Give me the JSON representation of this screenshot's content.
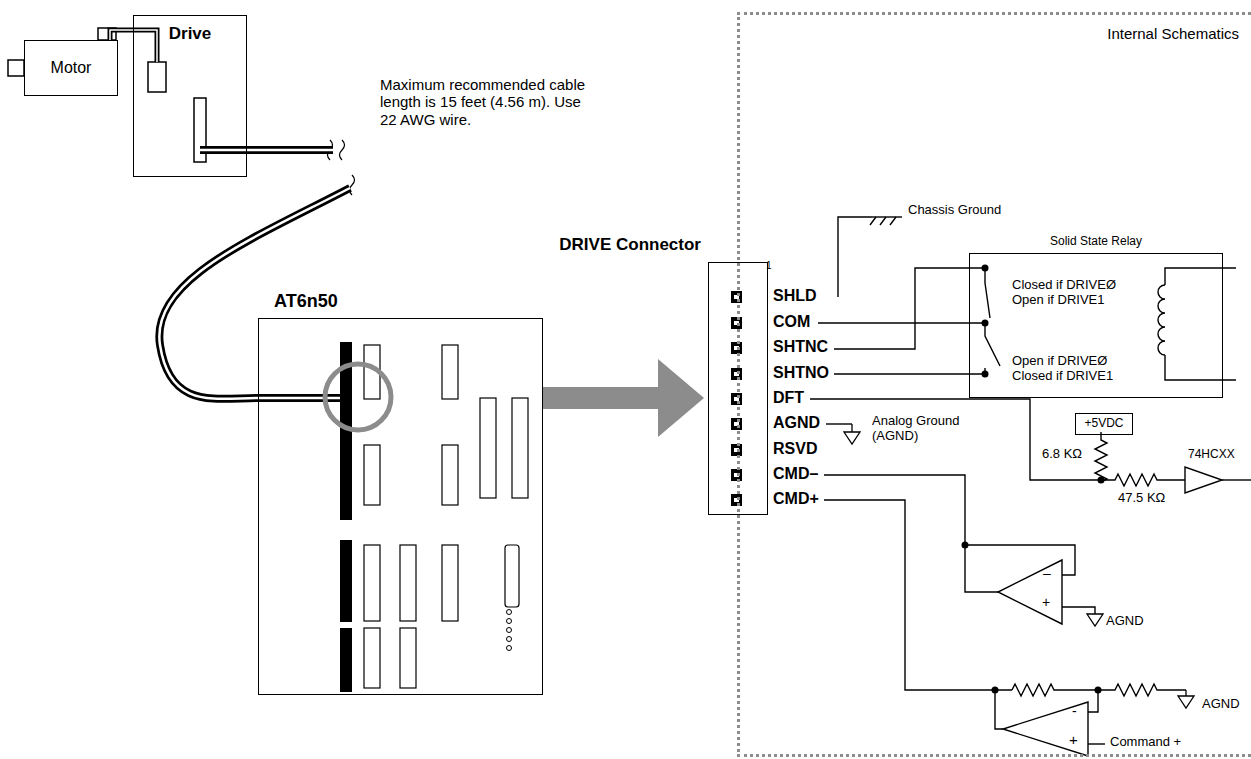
{
  "diagram": {
    "nodes": [
      {
        "text": [
          "Motor"
        ]
      },
      {
        "text": [
          "Drive"
        ]
      },
      {
        "text": [
          "AT6n50"
        ]
      },
      {
        "text": [
          "Internal Schematics"
        ]
      },
      {
        "text": [
          "DRIVE Connector"
        ]
      },
      {
        "text": [
          "Solid State Relay",
          "Closed if DRIVEØ Open if DRIVE1",
          "Open if DRIVEØ Closed if DRIVE1"
        ],
        "in": 3
      },
      {
        "text": [
          "+5VDC"
        ],
        "in": 3
      }
    ],
    "edges": [
      {
        "from": 0,
        "to": 1,
        "arrow": "none"
      },
      {
        "from": 1,
        "to": 2,
        "arrow": "none"
      },
      {
        "from": 2,
        "to": 4,
        "arrow": "to"
      }
    ],
    "labels": [
      "Maximum recommended cable length is 15 feet (4.56 m). Use 22 AWG wire.",
      "1",
      "SHLD",
      "COM",
      "SHTNC",
      "SHTNO",
      "DFT",
      "AGND",
      "RSVD",
      "CMD–",
      "CMD+",
      "Chassis Ground",
      "Analog Ground (AGND)",
      "6.8 KΩ",
      "47.5 KΩ",
      "74HCXX",
      "–",
      "+",
      "AGND",
      "-",
      "+",
      "AGND",
      "Command +"
    ]
  }
}
